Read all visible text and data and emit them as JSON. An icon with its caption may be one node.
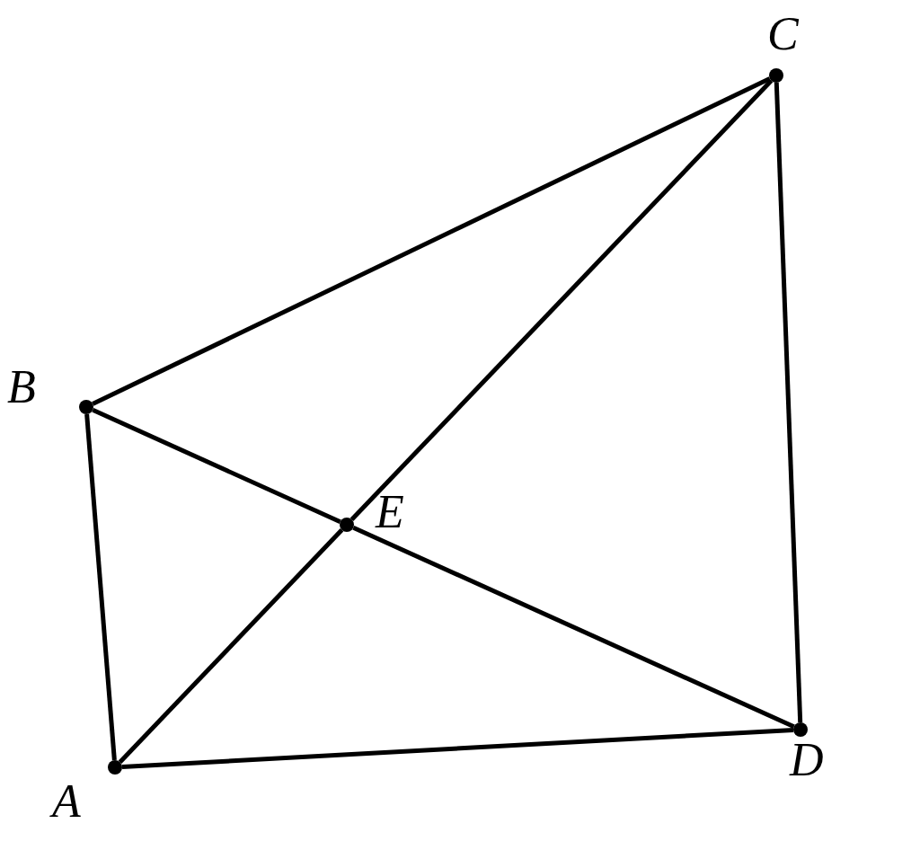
{
  "diagram": {
    "nodes": [
      {
        "text": [
          "C"
        ]
      },
      {
        "text": [
          "B"
        ]
      },
      {
        "text": [
          "E"
        ]
      },
      {
        "text": [
          "A"
        ]
      },
      {
        "text": [
          "D"
        ]
      }
    ],
    "edges": [
      {
        "from": 1,
        "to": 0,
        "arrow": "none"
      },
      {
        "from": 0,
        "to": 4,
        "arrow": "none"
      },
      {
        "from": 3,
        "to": 4,
        "arrow": "none"
      },
      {
        "from": 3,
        "to": 1,
        "arrow": "none"
      },
      {
        "from": 3,
        "to": 2,
        "arrow": "none"
      },
      {
        "from": 2,
        "to": 0,
        "arrow": "none"
      },
      {
        "from": 1,
        "to": 2,
        "arrow": "none"
      },
      {
        "from": 2,
        "to": 4,
        "arrow": "none"
      }
    ]
  }
}
